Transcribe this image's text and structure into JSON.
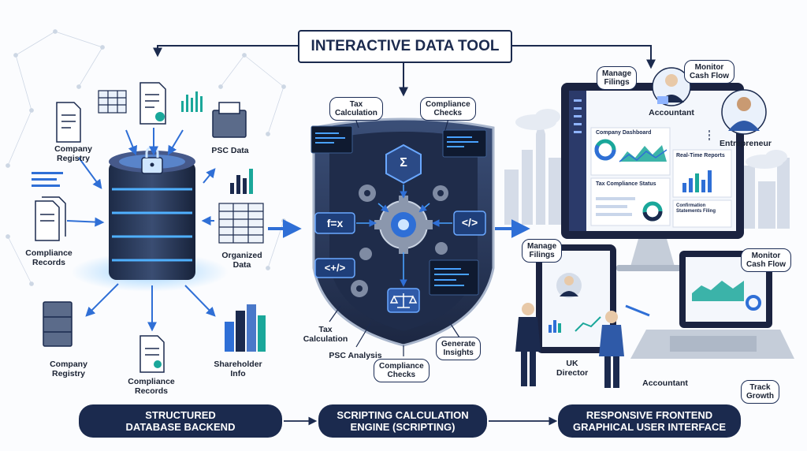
{
  "title": "INTERACTIVE DATA TOOL",
  "database": {
    "inputs": {
      "company_registry_top": "Company\nRegistry",
      "psc_data": "PSC Data",
      "compliance_records_left": "Compliance\nRecords",
      "organized_data": "Organized\nData"
    },
    "outputs": {
      "company_registry_bottom": "Company\nRegistry",
      "compliance_records_bottom": "Compliance\nRecords",
      "shareholder_info": "Shareholder\nInfo"
    }
  },
  "engine": {
    "tax_calculation_top": "Tax\nCalculation",
    "compliance_checks_top": "Compliance\nChecks",
    "formula_symbol": "f=x",
    "code_symbol_left": "<+/>",
    "code_symbol_right": "</>",
    "sigma_symbol": "Σ",
    "tax_calculation_bottom": "Tax\nCalculation",
    "psc_analysis": "PSC Analysis",
    "compliance_checks_bottom": "Compliance\nChecks",
    "generate_insights": "Generate\nInsights"
  },
  "frontend": {
    "manage_filings_top": "Manage\nFilings",
    "monitor_cash_flow_top": "Monitor\nCash Flow",
    "accountant_top": "Accountant",
    "entrepreneur": "Entrepreneur",
    "monitor": {
      "company_dashboard": "Company Dashboard",
      "realtime_reports": "Real-Time Reports",
      "tax_compliance_status": "Tax Compliance Status",
      "confirmation_statements": "Confirmation\nStatements Filing"
    },
    "manage_filings_bottom": "Manage\nFilings",
    "monitor_cash_flow_bottom": "Monitor\nCash Flow",
    "uk_director": "UK\nDirector",
    "accountant_bottom": "Accountant",
    "track_growth": "Track\nGrowth"
  },
  "footer": {
    "database_backend": "STRUCTURED\nDATABASE BACKEND",
    "calculation_engine": "SCRIPTING CALCULATION\nENGINE (SCRIPTING)",
    "frontend_gui": "RESPONSIVE FRONTEND\nGRAPHICAL USER INTERFACE"
  },
  "colors": {
    "navy": "#1b2a4e",
    "accent_blue": "#2f6fd6",
    "glow_blue": "#3fa0ff",
    "teal": "#1aa79a",
    "shield_dark": "#22304f"
  }
}
